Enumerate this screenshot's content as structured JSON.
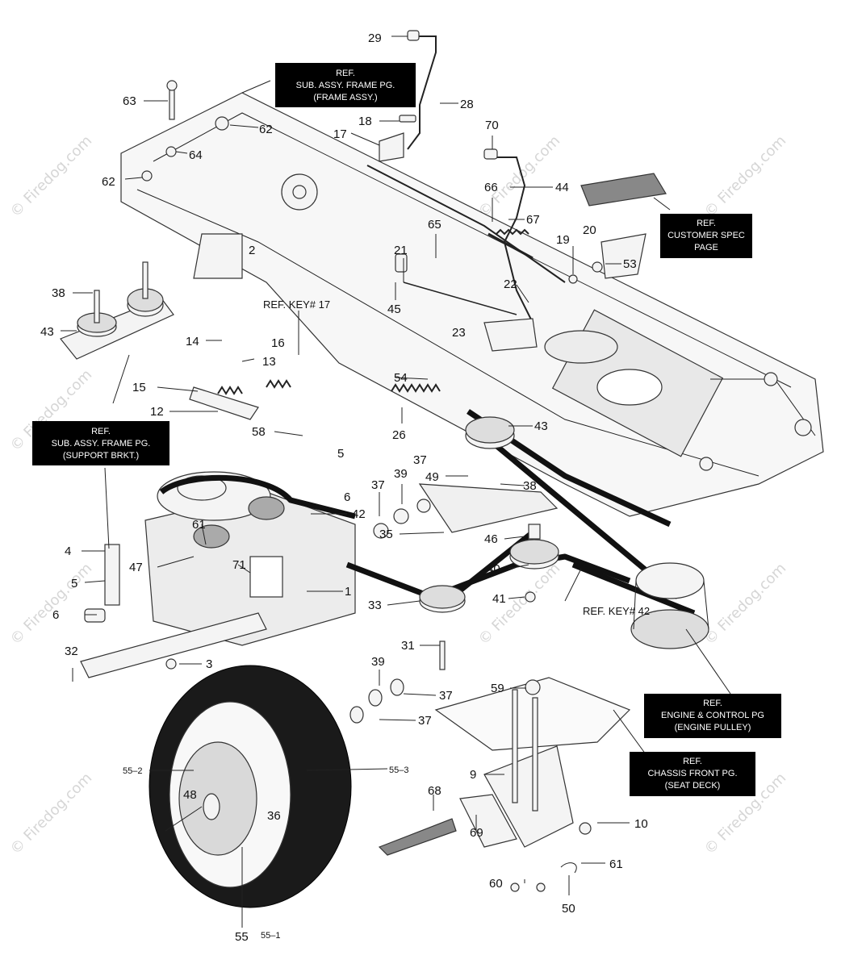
{
  "watermark": "© Firedog.com",
  "callouts": {
    "n29": "29",
    "n28": "28",
    "n70": "70",
    "n44": "44",
    "n18": "18",
    "n17": "17",
    "n63": "63",
    "n62a": "62",
    "n64": "64",
    "n62b": "62",
    "n66": "66",
    "n67": "67",
    "n65": "65",
    "n19": "19",
    "n20": "20",
    "n53": "53",
    "n21": "21",
    "n2": "2",
    "n45": "45",
    "n22": "22",
    "n38a": "38",
    "n43a": "43",
    "n14": "14",
    "n13": "13",
    "n16": "16",
    "n23": "23",
    "n15": "15",
    "n54": "54",
    "n12": "12",
    "n26": "26",
    "n43b": "43",
    "n58": "58",
    "n5a": "5",
    "n37a": "37",
    "n49": "49",
    "n39a": "39",
    "n37b": "37",
    "n38b": "38",
    "n6a": "6",
    "n42": "42",
    "n61a": "61",
    "n35": "35",
    "n46": "46",
    "n4": "4",
    "n47": "47",
    "n71": "71",
    "n40": "40",
    "n5b": "5",
    "n1": "1",
    "n33": "33",
    "n41": "41",
    "n6b": "6",
    "n31": "31",
    "n32": "32",
    "n3": "3",
    "n39b": "39",
    "n37c": "37",
    "n59": "59",
    "n37d": "37",
    "n9": "9",
    "n55_2": "55–2",
    "n55_3": "55–3",
    "n48": "48",
    "n36": "36",
    "n68": "68",
    "n10": "10",
    "n69": "69",
    "n61b": "61",
    "n60": "60",
    "n50": "50",
    "n55": "55",
    "n55_1": "55–1"
  },
  "ref_boxes": {
    "frame_assy": [
      "REF.",
      "SUB. ASSY. FRAME PG.",
      "(FRAME ASSY.)"
    ],
    "customer_spec": [
      "REF.",
      "CUSTOMER SPEC",
      "PAGE"
    ],
    "support_brkt": [
      "REF.",
      "SUB. ASSY. FRAME PG.",
      "(SUPPORT BRKT.)"
    ],
    "engine_pulley": [
      "REF.",
      "ENGINE & CONTROL PG",
      "(ENGINE PULLEY)"
    ],
    "seat_deck": [
      "REF.",
      "CHASSIS FRONT PG.",
      "(SEAT DECK)"
    ]
  },
  "ref_inline": {
    "key17": "REF. KEY# 17",
    "key42": "REF. KEY# 42"
  }
}
